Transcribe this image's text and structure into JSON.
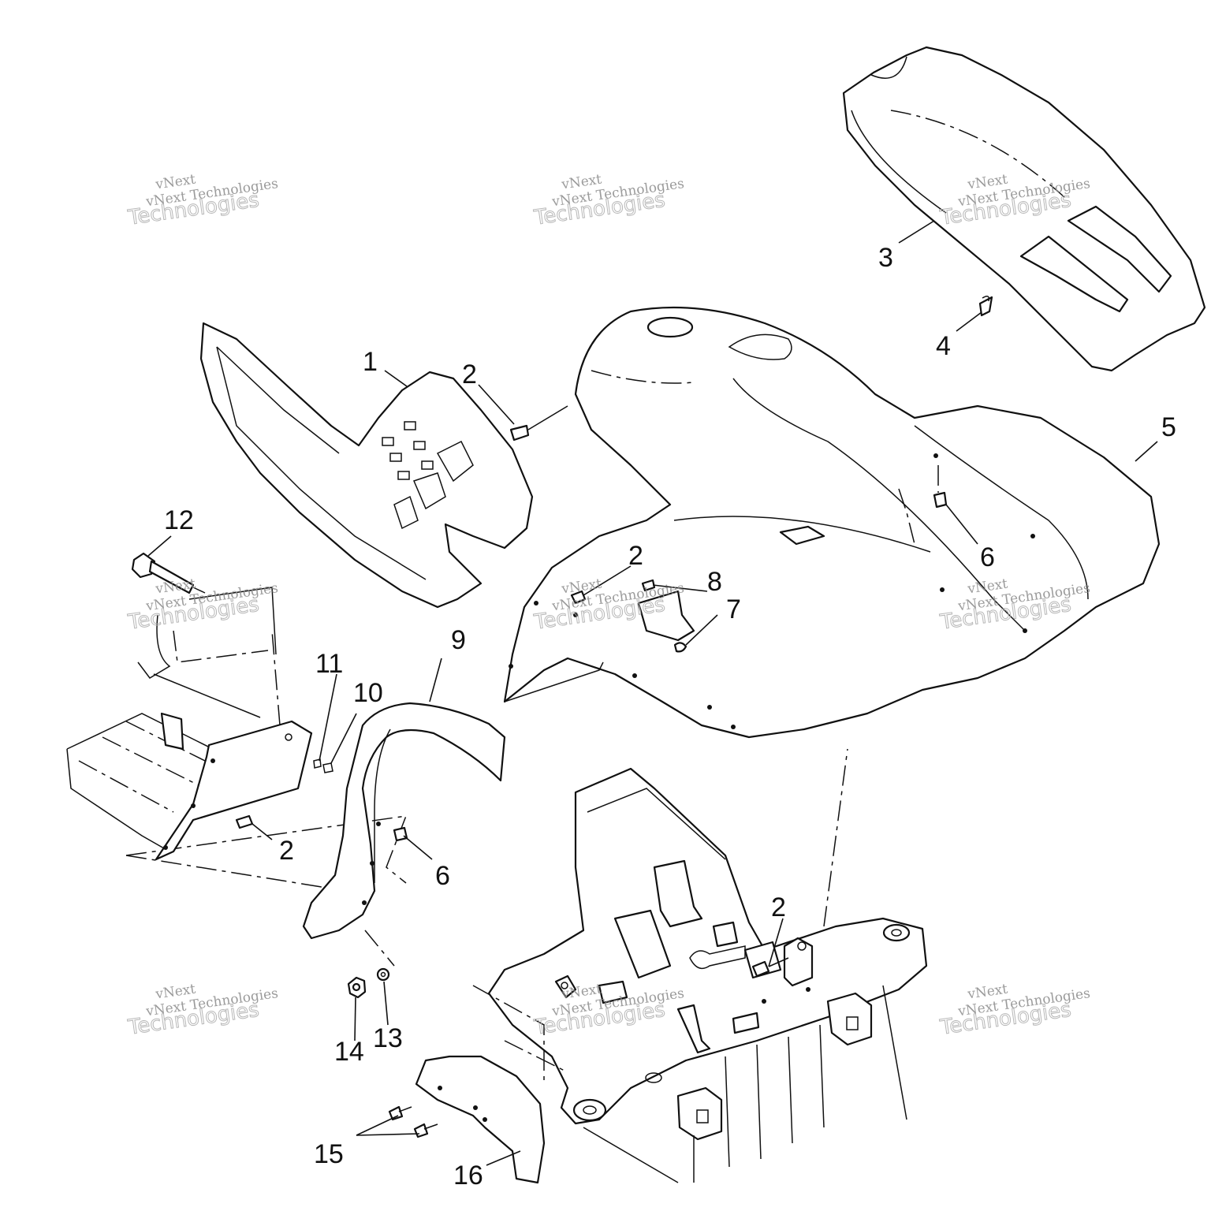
{
  "callouts": {
    "c1": "1",
    "c2a": "2",
    "c2b": "2",
    "c2c": "2",
    "c2d": "2",
    "c3": "3",
    "c4": "4",
    "c5": "5",
    "c6a": "6",
    "c6b": "6",
    "c7": "7",
    "c8": "8",
    "c9": "9",
    "c10": "10",
    "c11": "11",
    "c12": "12",
    "c13": "13",
    "c14": "14",
    "c15": "15",
    "c16": "16"
  },
  "watermark": {
    "line1": "vNext Technologies",
    "line2": "vNext",
    "line3": "Technologies"
  }
}
